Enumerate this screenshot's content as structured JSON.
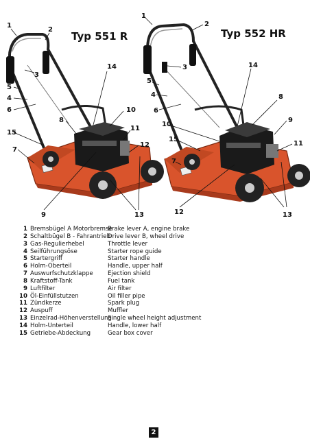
{
  "titles": {
    "left": "Typ 551 R",
    "right": "Typ 552 HR"
  },
  "callouts_left": [
    "1",
    "2",
    "3",
    "5",
    "4",
    "6",
    "15",
    "7",
    "8",
    "14",
    "10",
    "11",
    "12",
    "9",
    "13"
  ],
  "callouts_right": [
    "1",
    "2",
    "3",
    "5",
    "4",
    "6",
    "10",
    "15",
    "7",
    "14",
    "8",
    "9",
    "11",
    "12",
    "13"
  ],
  "legend": [
    {
      "n": "1",
      "de": "Bremsbügel A Motorbremse",
      "en": "Brake lever A, engine brake"
    },
    {
      "n": "2",
      "de": "Schaltbügel B - Fahrantrieb",
      "en": "Drive lever B, wheel drive"
    },
    {
      "n": "3",
      "de": "Gas-Regulierhebel",
      "en": "Throttle lever"
    },
    {
      "n": "4",
      "de": "Seilführungsöse",
      "en": "Starter rope guide"
    },
    {
      "n": "5",
      "de": "Startergriff",
      "en": "Starter handle"
    },
    {
      "n": "6",
      "de": "Holm-Oberteil",
      "en": "Handle, upper half"
    },
    {
      "n": "7",
      "de": "Auswurfschutzklappe",
      "en": "Ejection shield"
    },
    {
      "n": "8",
      "de": "Kraftstoff-Tank",
      "en": "Fuel tank"
    },
    {
      "n": "9",
      "de": "Luftfilter",
      "en": "Air filter"
    },
    {
      "n": "10",
      "de": "Öl-Einfüllstutzen",
      "en": "Oil filler pipe"
    },
    {
      "n": "11",
      "de": "Zündkerze",
      "en": "Spark plug"
    },
    {
      "n": "12",
      "de": "Auspuff",
      "en": "Muffler"
    },
    {
      "n": "13",
      "de": "Einzelrad-Höhenverstellung",
      "en": "Single wheel height adjustment"
    },
    {
      "n": "14",
      "de": "Holm-Unterteil",
      "en": "Handle, lower half"
    },
    {
      "n": "15",
      "de": "Getriebe-Abdeckung",
      "en": "Gear box cover"
    }
  ],
  "page_number": "2",
  "colors": {
    "deck": "#d9542c",
    "deck_dark": "#a83a1c",
    "engine": "#1a1a1a",
    "wheel": "#222222",
    "hub": "#cccccc"
  }
}
